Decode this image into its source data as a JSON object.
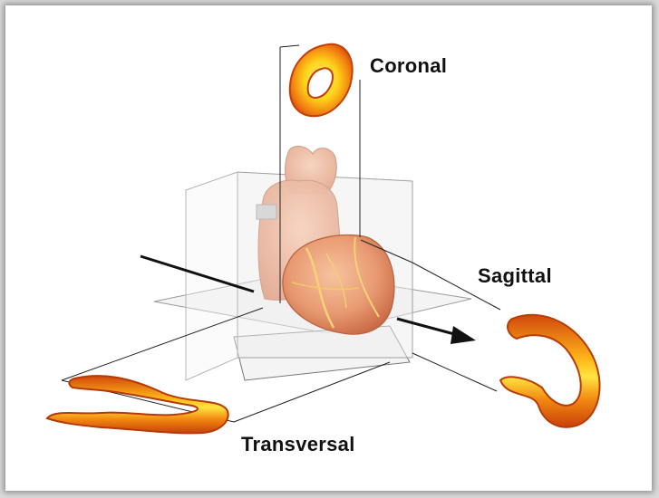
{
  "labels": {
    "coronal": "Coronal",
    "sagittal": "Sagittal",
    "transversal": "Transversal"
  },
  "colors": {
    "slice_outer": "#e8610a",
    "slice_inner": "#ffe02a",
    "heart": "#e9a27c",
    "plane_line": "#222222",
    "arrow": "#111111"
  }
}
